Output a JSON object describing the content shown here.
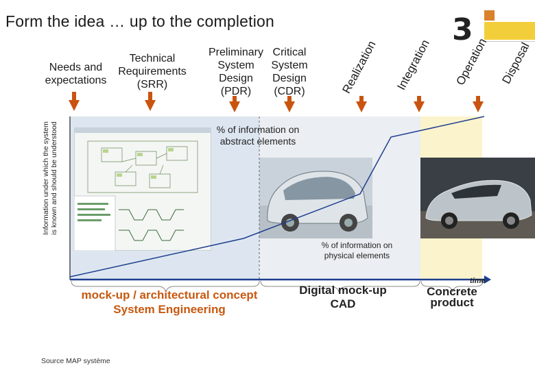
{
  "title": "Form the idea … up to the completion",
  "slide_number": "3",
  "colors": {
    "accent_orange": "#d9822b",
    "brand_yellow": "#f2cf3a",
    "arrow_red": "#c95410",
    "mockup_text": "#c8580f",
    "zone_blue": "#dde6f0",
    "zone_yellow": "#fbf3cc"
  },
  "stages": {
    "needs": "Needs and expectations",
    "technical": "Technical Requirements (SRR)",
    "preliminary": "Preliminary System Design (PDR)",
    "critical": "Critical System Design (CDR)",
    "realization": "Realization",
    "integration": "Integration",
    "operation": "Operation",
    "disposal": "Disposal"
  },
  "y_axis_label": "Information under which the system is known and should be understood",
  "pct_abstract": "% of information on abstract elements",
  "pct_physical": "% of information on physical elements",
  "mockup": {
    "line1": "mock-up / architectural concept",
    "line2": "System Engineering"
  },
  "digital": {
    "line1": "Digital mock-up",
    "line2": "CAD"
  },
  "concrete": {
    "line1": "Concrete",
    "line2": "product"
  },
  "time_label": "time",
  "source": "Source MAP système",
  "images": {
    "diagram": "system-architecture-diagram",
    "concept_car": "concept-car-illustration",
    "real_car": "concrete-product-photo"
  }
}
